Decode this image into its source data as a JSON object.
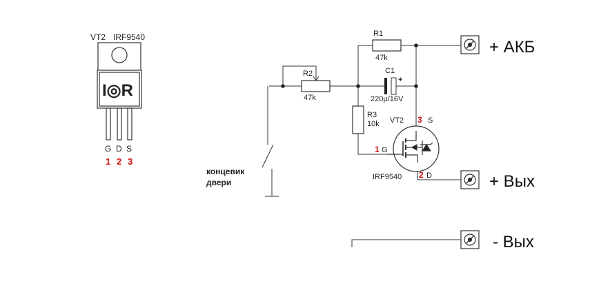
{
  "package": {
    "designator": "VT2",
    "part": "IRF9540",
    "logo": "I◎R",
    "pins": [
      {
        "name": "G",
        "number": "1"
      },
      {
        "name": "D",
        "number": "2"
      },
      {
        "name": "S",
        "number": "3"
      }
    ]
  },
  "components": {
    "r1": {
      "ref": "R1",
      "value": "47k"
    },
    "r2": {
      "ref": "R2",
      "value": "47k"
    },
    "r3": {
      "ref": "R3",
      "value": "10k"
    },
    "c1": {
      "ref": "C1",
      "value": "220µ/16V",
      "polarity": "+"
    },
    "vt2": {
      "ref": "VT2",
      "part": "IRF9540",
      "pin_g_num": "1",
      "pin_g": "G",
      "pin_s_num": "3",
      "pin_s": "S",
      "pin_d_num": "2",
      "pin_d": "D"
    }
  },
  "switch": {
    "label_line1": "концевик",
    "label_line2": "двери"
  },
  "terminals": {
    "akb": "+ АКБ",
    "out_plus": "+ Вых",
    "out_minus": "- Вых"
  },
  "colors": {
    "wire": "#333333",
    "pin_number": "#d01010"
  }
}
